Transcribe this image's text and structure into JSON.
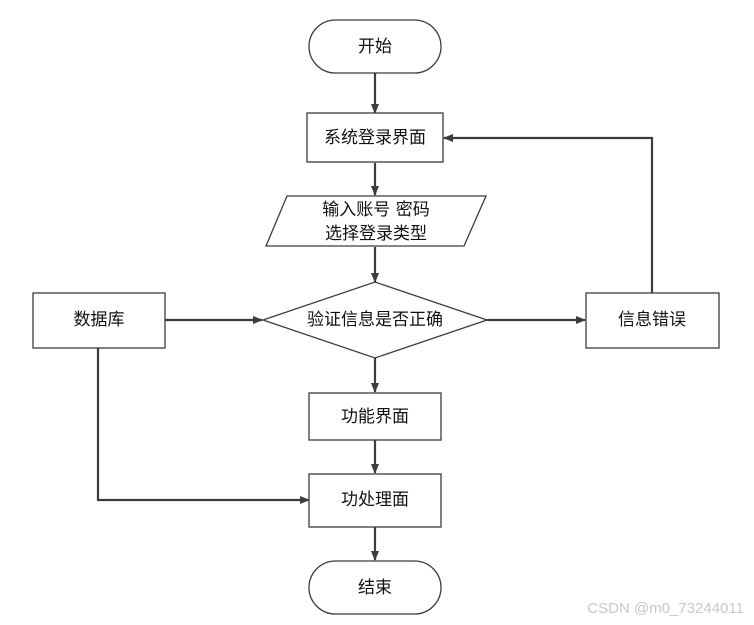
{
  "diagram": {
    "nodes": {
      "start": "开始",
      "login_screen": "系统登录界面",
      "input_line1": "输入账号 密码",
      "input_line2": "选择登录类型",
      "database": "数据库",
      "verify": "验证信息是否正确",
      "error": "信息错误",
      "function_screen": "功能界面",
      "process_screen": "功处理面",
      "end": "结束"
    },
    "watermark": "CSDN @m0_73244011"
  },
  "colors": {
    "stroke": "#3c3c3c",
    "fill": "#ffffff",
    "text": "#111111"
  }
}
